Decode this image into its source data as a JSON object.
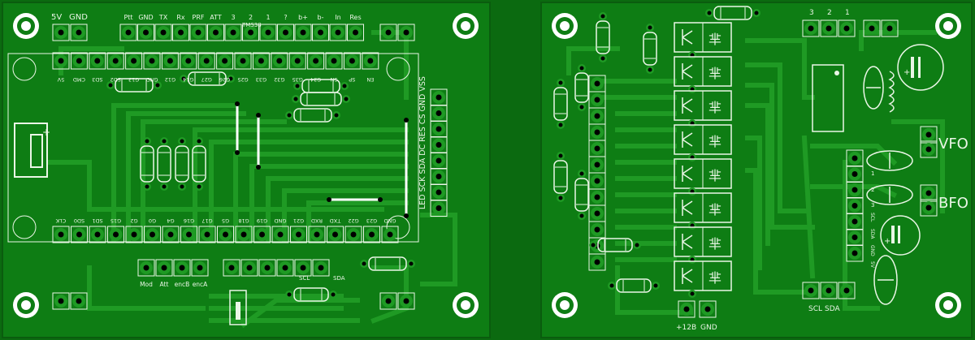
{
  "colors": {
    "board": "#0e7d14",
    "background": "#0b6a10",
    "trace": "#1f9a24",
    "silk": "#eaf6e6",
    "pad": "#1f9a24",
    "hole": "#000000",
    "jumper": "#ffffff"
  },
  "left_board": {
    "top_header_power": {
      "v5": "5V",
      "gnd": "GND"
    },
    "top_header_labels": [
      "Ptt",
      "GND",
      "TX",
      "Rx",
      "PRF",
      "ATT",
      "3",
      "2",
      "1",
      "?",
      "b+",
      "b-",
      "In",
      "Res"
    ],
    "top_header_sublabel": "TMS38",
    "upper_row_labels": [
      "5V",
      "CMD",
      "SD3",
      "SD2",
      "G13",
      "GND",
      "G12",
      "G14",
      "G27",
      "G26",
      "G25",
      "G33",
      "G32",
      "G35",
      "G34",
      "SN",
      "SP",
      "EN"
    ],
    "lower_row_labels": [
      "CLK",
      "SD0",
      "SD1",
      "G15",
      "G2",
      "G0",
      "G4",
      "G16",
      "G17",
      "G5",
      "G18",
      "G19",
      "GND",
      "G21",
      "RXD",
      "TXD",
      "G22",
      "G23",
      "GND"
    ],
    "side_labels": "LED SCK SDA DC RES CS GND VSS",
    "bottom_labels": [
      "Mod",
      "Att",
      "encB",
      "encA"
    ],
    "bottom_small": [
      "SCL",
      "SDA"
    ]
  },
  "right_board": {
    "top_labels": [
      "3",
      "2",
      "1"
    ],
    "vfo_label": "VFO",
    "bfo_label": "BFO",
    "small_labels": [
      "1",
      "2",
      "3",
      "SCL",
      "SDA",
      "GND",
      "5V"
    ],
    "bottom_labels": [
      "SCL",
      "SDA"
    ],
    "power_label": "+12B",
    "gnd_label": "GND"
  }
}
